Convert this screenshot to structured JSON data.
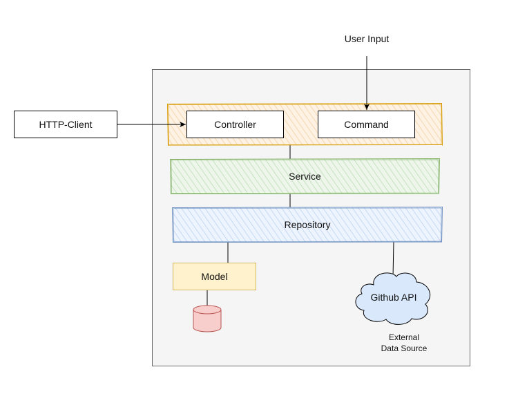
{
  "diagram": {
    "user_input": "User Input",
    "http_client": "HTTP-Client",
    "controller": "Controller",
    "command": "Command",
    "service": "Service",
    "repository": "Repository",
    "model": "Model",
    "github_api": "Github API",
    "external_source": "External\nData Source"
  },
  "colors": {
    "container_fill": "#f5f5f5",
    "container_stroke": "#666666",
    "orange_fill": "#fae5cc",
    "orange_stroke": "#d79b00",
    "green_fill": "#d5e8d4",
    "green_stroke": "#82b366",
    "blue_fill": "#dae8fc",
    "blue_stroke": "#6c8ebf",
    "yellow_fill": "#fff2cc",
    "yellow_stroke": "#d6b656",
    "red_fill": "#f8cecc",
    "red_stroke": "#b85450"
  }
}
